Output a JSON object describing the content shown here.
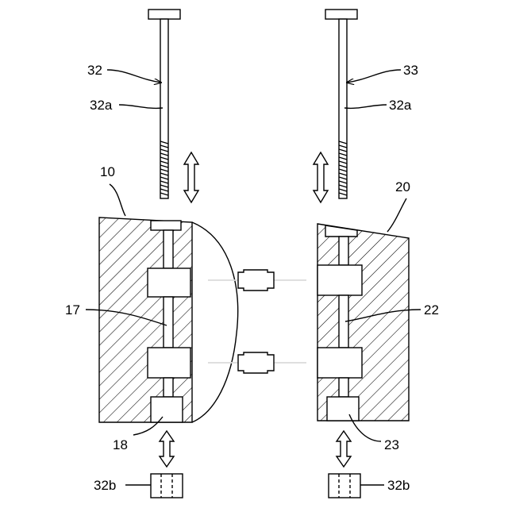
{
  "labels": {
    "bolt_left": "32",
    "bolt_right": "33",
    "shank_left": "32a",
    "shank_right": "32a",
    "block_left": "10",
    "block_right": "20",
    "channel_left": "17",
    "channel_right": "22",
    "cavity_left": "18",
    "cavity_right": "23",
    "nut_left": "32b",
    "nut_right": "32b"
  },
  "colors": {
    "line": "#000000",
    "background": "#ffffff"
  },
  "icons": {
    "movement_arrow": "double-headed-vertical-arrow",
    "component": "axial-lead-component"
  }
}
